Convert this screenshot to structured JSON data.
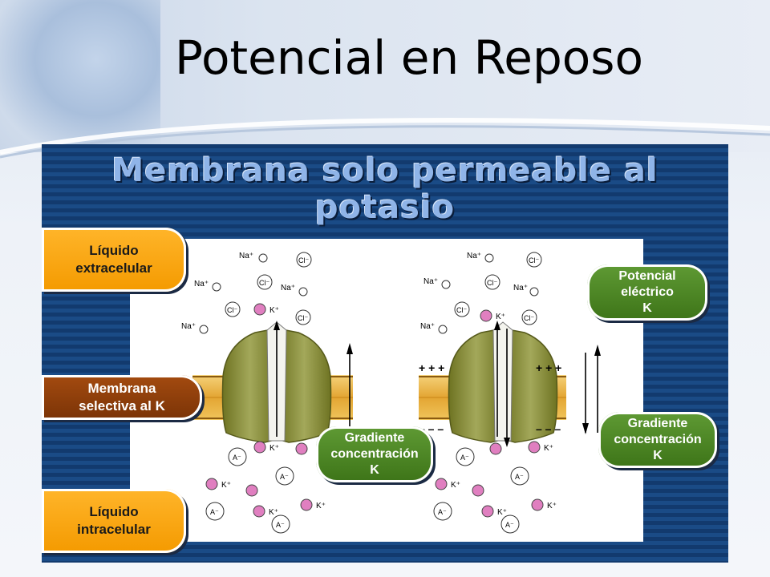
{
  "slide": {
    "title": "Potencial en Reposo"
  },
  "figure": {
    "title_line1": "Membrana solo permeable al",
    "title_line2": "potasio"
  },
  "labels": {
    "extracelular": [
      "Líquido",
      "extracelular"
    ],
    "membrana": [
      "Membrana",
      "selectiva al K"
    ],
    "intracelular": [
      "Líquido",
      "intracelular"
    ],
    "gradiente_left": [
      "Gradiente",
      "concentración",
      "K"
    ],
    "potencial": [
      "Potencial",
      "eléctrico",
      "K"
    ],
    "gradiente_right": [
      "Gradiente",
      "concentración",
      "K"
    ]
  },
  "ions": {
    "na": "Na⁺",
    "k": "K⁺",
    "cl": "Cl⁻",
    "anion": "A⁻"
  },
  "charges": {
    "plus": "+ + +",
    "minus": "– – –"
  },
  "colors": {
    "frame_dark": "#123a6e",
    "label_orange": "#f49a00",
    "label_brown": "#7a3306",
    "label_green": "#3d7418",
    "channel": "#8a8f3a",
    "membrane": "#e3a532",
    "k_ion": "#e07fc0"
  }
}
